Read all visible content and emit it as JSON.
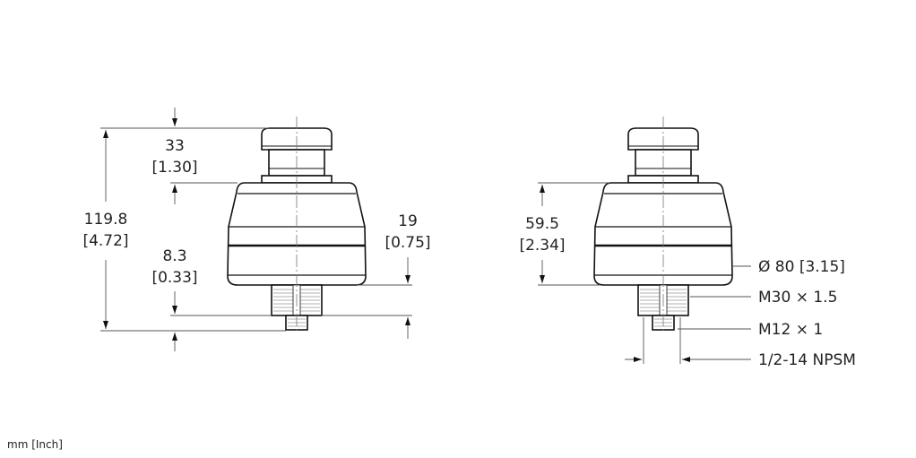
{
  "units_note": "mm [Inch]",
  "side_view": {
    "overall_height": {
      "mm": "119.8",
      "inch": "[4.72]"
    },
    "button_height": {
      "mm": "33",
      "inch": "[1.30]"
    },
    "connector_length": {
      "mm": "8.3",
      "inch": "[0.33]"
    },
    "thread_length": {
      "mm": "19",
      "inch": "[0.75]"
    }
  },
  "front_view": {
    "body_height": {
      "mm": "59.5",
      "inch": "[2.34]"
    },
    "labels": {
      "diameter": "Ø 80 [3.15]",
      "main_thread": "M30 × 1.5",
      "connector_thread": "M12 × 1",
      "pipe_thread": "1/2-14 NPSM"
    }
  }
}
